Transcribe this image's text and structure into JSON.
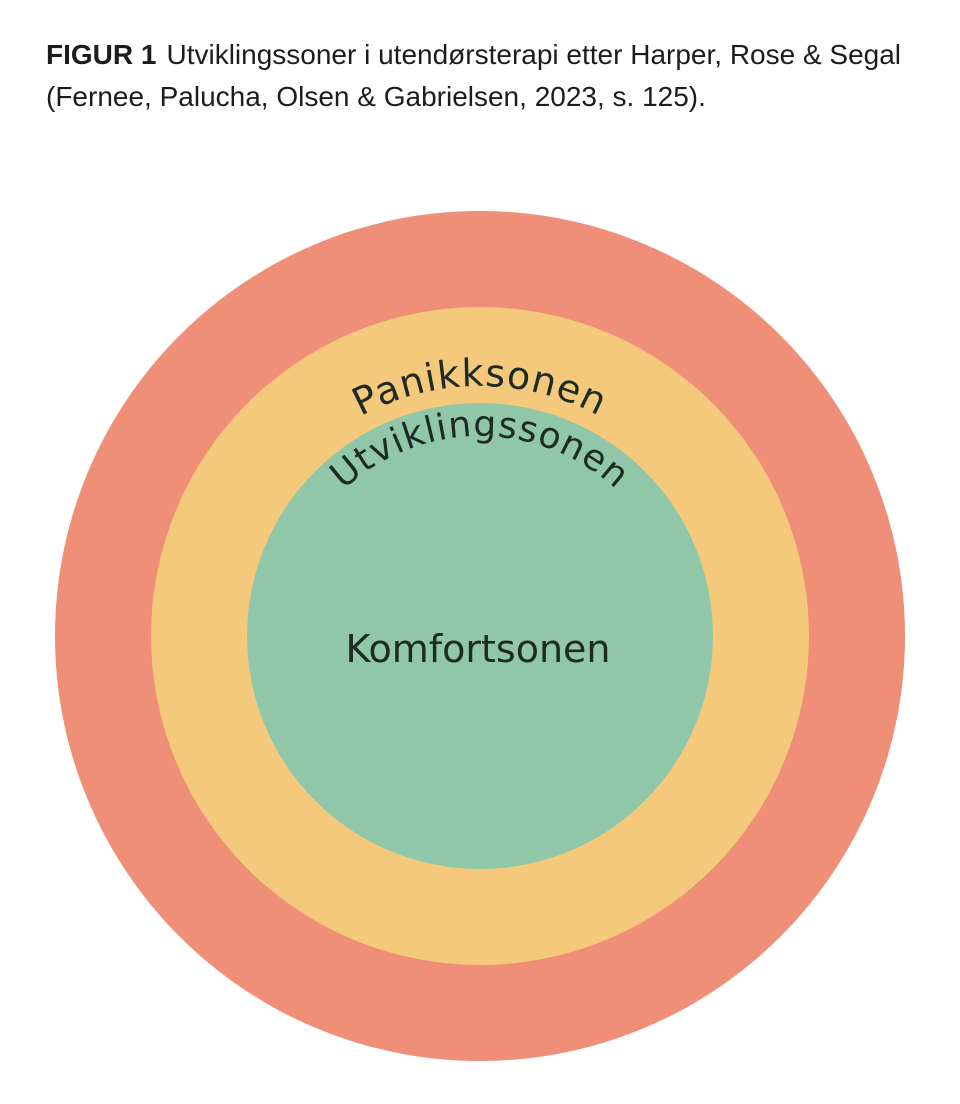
{
  "caption": {
    "label": "FIGUR 1",
    "text": "Utviklingssoner i utendørsterapi etter Harper, Rose & Segal (Fernee, Palucha, Olsen & Gabrielsen, 2023, s. 125)."
  },
  "zones": [
    {
      "name": "Panikksonen",
      "color": "#ef8f77"
    },
    {
      "name": "Utviklingssonen",
      "color": "#f5c97b"
    },
    {
      "name": "Komfortsonen",
      "color": "#8fc7a8"
    }
  ]
}
